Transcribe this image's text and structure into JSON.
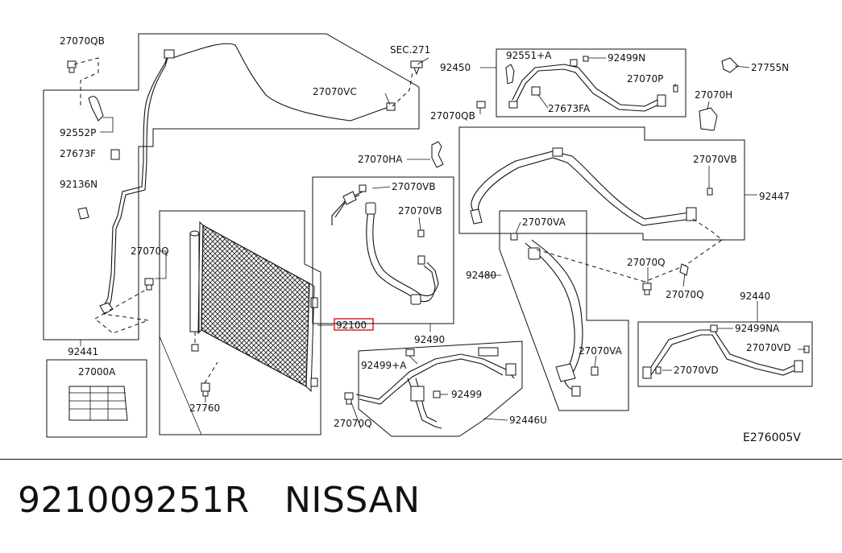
{
  "diagram_id": "E276005V",
  "highlight_color": "#e01010",
  "caption": {
    "part_number": "921009251R",
    "brand": "NISSAN"
  },
  "labels": {
    "l_27070QB": "27070QB",
    "l_92552P": "92552P",
    "l_27673F": "27673F",
    "l_92136N": "92136N",
    "l_27070Q_a": "27070Q",
    "l_92441": "92441",
    "l_27000A": "27000A",
    "l_27760": "27760",
    "l_SEC271": "SEC.271",
    "l_27070VC": "27070VC",
    "l_92100": "92100",
    "l_27070HA": "27070HA",
    "l_27070VB_a": "27070VB",
    "l_27070VB_b": "27070VB",
    "l_92490": "92490",
    "l_92499A": "92499+A",
    "l_92499": "92499",
    "l_27070Q_b": "27070Q",
    "l_92446U": "92446U",
    "l_92450": "92450",
    "l_92551A": "92551+A",
    "l_92499N": "92499N",
    "l_27070P": "27070P",
    "l_27673FA": "27673FA",
    "l_27070QB_b": "27070QB",
    "l_27755N": "27755N",
    "l_27070H": "27070H",
    "l_27070VB_c": "27070VB",
    "l_92447": "92447",
    "l_27070VA_a": "27070VA",
    "l_92480": "92480",
    "l_27070VA_b": "27070VA",
    "l_27070Q_c": "27070Q",
    "l_27070Q_d": "27070Q",
    "l_92440": "92440",
    "l_92499NA": "92499NA",
    "l_27070VD_a": "27070VD",
    "l_27070VD_b": "27070VD"
  }
}
